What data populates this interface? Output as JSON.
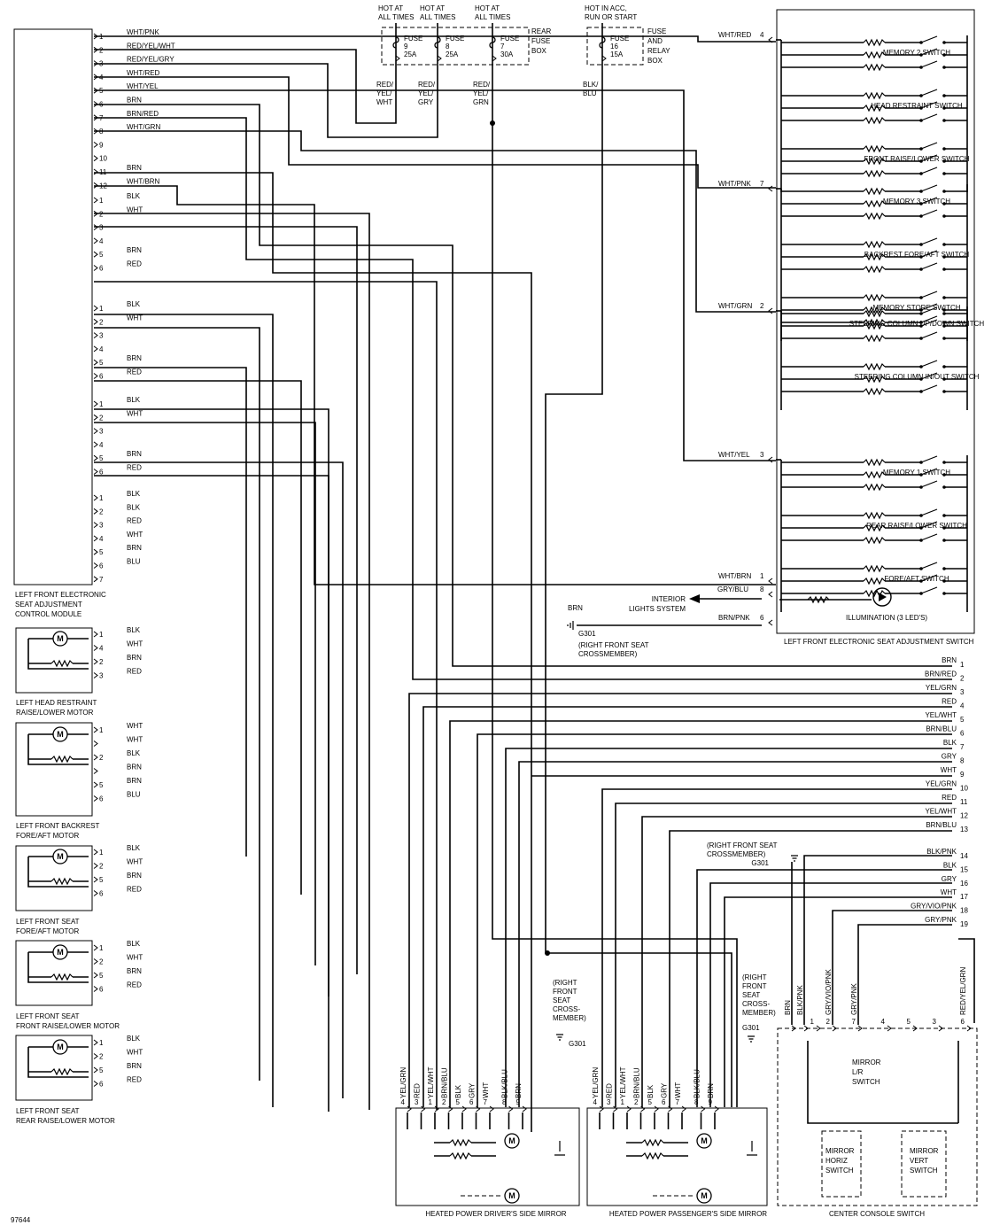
{
  "diagram_id": "97644",
  "components": {
    "module": {
      "label": [
        "LEFT FRONT ELECTRONIC",
        "SEAT ADJUSTMENT",
        "CONTROL MODULE"
      ]
    },
    "switch_unit": {
      "label": "LEFT FRONT ELECTRONIC SEAT ADJUSTMENT SWITCH"
    },
    "head_motor": {
      "label": [
        "LEFT HEAD RESTRAINT",
        "RAISE/LOWER MOTOR"
      ]
    },
    "backrest_motor": {
      "label": [
        "LEFT FRONT BACKREST",
        "FORE/AFT MOTOR"
      ]
    },
    "seat_foreaft_motor": {
      "label": [
        "LEFT FRONT SEAT",
        "FORE/AFT MOTOR"
      ]
    },
    "front_raise_motor": {
      "label": [
        "LEFT FRONT SEAT",
        "FRONT RAISE/LOWER MOTOR"
      ]
    },
    "rear_raise_motor": {
      "label": [
        "LEFT FRONT SEAT",
        "REAR RAISE/LOWER MOTOR"
      ]
    },
    "driver_mirror": {
      "label": "HEATED POWER DRIVER'S SIDE MIRROR"
    },
    "passenger_mirror": {
      "label": "HEATED POWER PASSENGER'S SIDE MIRROR"
    },
    "console_switch": {
      "label": "CENTER CONSOLE SWITCH"
    }
  },
  "fuse_boxes": {
    "rear": {
      "label": [
        "REAR",
        "FUSE",
        "BOX"
      ]
    },
    "relay": {
      "label": [
        "FUSE",
        "AND",
        "RELAY",
        "BOX"
      ]
    }
  },
  "fuses": [
    {
      "hot": [
        "HOT AT",
        "ALL TIMES"
      ],
      "name": [
        "FUSE",
        "9",
        "25A"
      ],
      "wire": [
        "RED/",
        "YEL/",
        "WHT"
      ]
    },
    {
      "hot": [
        "HOT AT",
        "ALL TIMES"
      ],
      "name": [
        "FUSE",
        "8",
        "25A"
      ],
      "wire": [
        "RED/",
        "YEL/",
        "GRY"
      ]
    },
    {
      "hot": [
        "HOT AT",
        "ALL TIMES"
      ],
      "name": [
        "FUSE",
        "7",
        "30A"
      ],
      "wire": [
        "RED/",
        "YEL/",
        "GRN"
      ]
    },
    {
      "hot": [
        "HOT IN ACC,",
        "RUN OR START"
      ],
      "name": [
        "FUSE",
        "16",
        "15A"
      ],
      "wire": [
        "BLK/",
        "BLU"
      ]
    }
  ],
  "module_connectors": [
    {
      "pins": [
        {
          "n": "1",
          "wire": "WHT/PNK"
        },
        {
          "n": "2",
          "wire": "RED/YEL/WHT"
        },
        {
          "n": "3",
          "wire": "RED/YEL/GRY"
        },
        {
          "n": "4",
          "wire": "WHT/RED"
        },
        {
          "n": "5",
          "wire": "WHT/YEL"
        },
        {
          "n": "6",
          "wire": "BRN"
        },
        {
          "n": "7",
          "wire": "BRN/RED"
        },
        {
          "n": "8",
          "wire": "WHT/GRN"
        },
        {
          "n": "9",
          "wire": ""
        },
        {
          "n": "10",
          "wire": ""
        },
        {
          "n": "11",
          "wire": "BRN"
        },
        {
          "n": "12",
          "wire": "WHT/BRN"
        }
      ]
    },
    {
      "pins": [
        {
          "n": "1",
          "wire": "BLK"
        },
        {
          "n": "2",
          "wire": "WHT"
        },
        {
          "n": "3",
          "wire": ""
        },
        {
          "n": "4",
          "wire": ""
        },
        {
          "n": "5",
          "wire": "BRN"
        },
        {
          "n": "6",
          "wire": "RED"
        }
      ]
    },
    {
      "pins": [
        {
          "n": "1",
          "wire": "BLK"
        },
        {
          "n": "2",
          "wire": "WHT"
        },
        {
          "n": "3",
          "wire": ""
        },
        {
          "n": "4",
          "wire": ""
        },
        {
          "n": "5",
          "wire": "BRN"
        },
        {
          "n": "6",
          "wire": "RED"
        }
      ]
    },
    {
      "pins": [
        {
          "n": "1",
          "wire": "BLK"
        },
        {
          "n": "2",
          "wire": "WHT"
        },
        {
          "n": "3",
          "wire": ""
        },
        {
          "n": "4",
          "wire": ""
        },
        {
          "n": "5",
          "wire": "BRN"
        },
        {
          "n": "6",
          "wire": "RED"
        }
      ]
    },
    {
      "pins": [
        {
          "n": "1",
          "wire": "BLK"
        },
        {
          "n": "2",
          "wire": "BLK"
        },
        {
          "n": "3",
          "wire": "RED"
        },
        {
          "n": "4",
          "wire": "WHT"
        },
        {
          "n": "5",
          "wire": "BRN"
        },
        {
          "n": "6",
          "wire": "BLU"
        },
        {
          "n": "7",
          "wire": ""
        }
      ]
    }
  ],
  "switch_groups": [
    {
      "wire": "WHT/RED",
      "pin": "4",
      "switches": [
        "MEMORY 2 SWITCH",
        "HEAD RESTRAINT SWITCH",
        "FRONT RAISE/LOWER SWITCH"
      ]
    },
    {
      "wire": "WHT/PNK",
      "pin": "7",
      "switches": [
        "MEMORY 3 SWITCH",
        "BACKREST FORE/AFT SWITCH",
        "MEMORY STORE SWITCH"
      ]
    },
    {
      "wire": "WHT/GRN",
      "pin": "2",
      "switches": [
        "STEERING COLUMN UP/DOWN SWITCH",
        "STEERING COLUMN IN/OUT SWITCH"
      ]
    },
    {
      "wire": "WHT/YEL",
      "pin": "3",
      "switches": [
        "MEMORY 1 SWITCH",
        "REAR RAISE/LOWER SWITCH",
        "FORE/AFT SWITCH"
      ]
    }
  ],
  "switch_bottom_pins": [
    {
      "wire": "WHT/BRN",
      "pin": "1"
    },
    {
      "wire": "GRY/BLU",
      "pin": "8"
    },
    {
      "wire": "BRN/PNK",
      "pin": "6"
    }
  ],
  "illumination": "ILLUMINATION (3 LED'S)",
  "interior_lights": [
    "INTERIOR",
    "LIGHTS SYSTEM"
  ],
  "ground_main": {
    "wire": "BRN",
    "name": "G301",
    "note": [
      "(RIGHT FRONT SEAT",
      "CROSSMEMBER)"
    ]
  },
  "ground_console": {
    "note": [
      "(RIGHT FRONT SEAT",
      "CROSSMEMBER)"
    ],
    "name": "G301"
  },
  "ground_driver_mirror": {
    "note": [
      "(RIGHT",
      "FRONT",
      "SEAT",
      "CROSS-",
      "MEMBER)"
    ],
    "name": "G301"
  },
  "ground_pass_mirror": {
    "note": [
      "(RIGHT",
      "FRONT",
      "SEAT",
      "CROSS-",
      "MEMBER)"
    ],
    "name": "G301"
  },
  "right_pins": [
    {
      "wire": "BRN",
      "n": "1"
    },
    {
      "wire": "BRN/RED",
      "n": "2"
    },
    {
      "wire": "YEL/GRN",
      "n": "3"
    },
    {
      "wire": "RED",
      "n": "4"
    },
    {
      "wire": "YEL/WHT",
      "n": "5"
    },
    {
      "wire": "BRN/BLU",
      "n": "6"
    },
    {
      "wire": "BLK",
      "n": "7"
    },
    {
      "wire": "GRY",
      "n": "8"
    },
    {
      "wire": "WHT",
      "n": "9"
    },
    {
      "wire": "YEL/GRN",
      "n": "10"
    },
    {
      "wire": "RED",
      "n": "11"
    },
    {
      "wire": "YEL/WHT",
      "n": "12"
    },
    {
      "wire": "BRN/BLU",
      "n": "13"
    },
    {
      "wire": "BLK/PNK",
      "n": "14"
    },
    {
      "wire": "BLK",
      "n": "15"
    },
    {
      "wire": "GRY",
      "n": "16"
    },
    {
      "wire": "WHT",
      "n": "17"
    },
    {
      "wire": "GRY/VIO/PNK",
      "n": "18"
    },
    {
      "wire": "GRY/PNK",
      "n": "19"
    }
  ],
  "motor_pins": {
    "head": [
      {
        "n": "1",
        "wire": "BLK"
      },
      {
        "n": "4",
        "wire": "WHT"
      },
      {
        "n": "2",
        "wire": "BRN"
      },
      {
        "n": "3",
        "wire": "RED"
      }
    ],
    "backrest": [
      {
        "n": "1",
        "wire": "WHT"
      },
      {
        "n": "",
        "wire": "WHT"
      },
      {
        "n": "2",
        "wire": "BLK"
      },
      {
        "n": "",
        "wire": "BRN"
      },
      {
        "n": "5",
        "wire": "BRN"
      },
      {
        "n": "6",
        "wire": "BLU"
      }
    ],
    "foreaft": [
      {
        "n": "1",
        "wire": "BLK"
      },
      {
        "n": "2",
        "wire": "WHT"
      },
      {
        "n": "5",
        "wire": "BRN"
      },
      {
        "n": "6",
        "wire": "RED"
      }
    ],
    "front_raise": [
      {
        "n": "1",
        "wire": "BLK"
      },
      {
        "n": "2",
        "wire": "WHT"
      },
      {
        "n": "5",
        "wire": "BRN"
      },
      {
        "n": "6",
        "wire": "RED"
      }
    ],
    "rear_raise": [
      {
        "n": "1",
        "wire": "BLK"
      },
      {
        "n": "2",
        "wire": "WHT"
      },
      {
        "n": "5",
        "wire": "BRN"
      },
      {
        "n": "6",
        "wire": "RED"
      }
    ]
  },
  "mirror_pins": {
    "driver": [
      {
        "n": "4",
        "wire": "YEL/GRN"
      },
      {
        "n": "3",
        "wire": "RED"
      },
      {
        "n": "1",
        "wire": "YEL/WHT"
      },
      {
        "n": "2",
        "wire": "BRN/BLU"
      },
      {
        "n": "5",
        "wire": "BLK"
      },
      {
        "n": "6",
        "wire": "GRY"
      },
      {
        "n": "7",
        "wire": "WHT"
      },
      {
        "n": "8",
        "wire": "BLK/BLU"
      },
      {
        "n": "9",
        "wire": "BRN"
      }
    ],
    "passenger": [
      {
        "n": "4",
        "wire": "YEL/GRN"
      },
      {
        "n": "3",
        "wire": "RED"
      },
      {
        "n": "1",
        "wire": "YEL/WHT"
      },
      {
        "n": "2",
        "wire": "BRN/BLU"
      },
      {
        "n": "5",
        "wire": "BLK"
      },
      {
        "n": "6",
        "wire": "GRY"
      },
      {
        "n": "7",
        "wire": "WHT"
      },
      {
        "n": "8",
        "wire": "BLK/BLU"
      },
      {
        "n": "9",
        "wire": "BRN"
      }
    ]
  },
  "console_pins": [
    {
      "n": "",
      "wire": "BRN"
    },
    {
      "n": "",
      "wire": "BLK/PNK"
    },
    {
      "n": "1",
      "wire": ""
    },
    {
      "n": "2",
      "wire": "GRY/VIO/PNK"
    },
    {
      "n": "7",
      "wire": "GRY/PNK"
    },
    {
      "n": "4",
      "wire": ""
    },
    {
      "n": "5",
      "wire": ""
    },
    {
      "n": "3",
      "wire": ""
    },
    {
      "n": "6",
      "wire": "RED/YEL/GRN"
    }
  ],
  "console_inner": {
    "lr": [
      "MIRROR",
      "L/R",
      "SWITCH"
    ],
    "horiz": [
      "MIRROR",
      "HORIZ",
      "SWITCH"
    ],
    "vert": [
      "MIRROR",
      "VERT",
      "SWITCH"
    ]
  }
}
